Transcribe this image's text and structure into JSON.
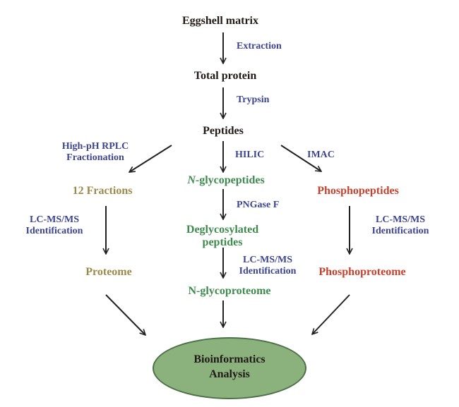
{
  "nodes": {
    "eggshell_matrix": "Eggshell matrix",
    "total_protein": "Total protein",
    "peptides": "Peptides",
    "twelve_fractions": "12 Fractions",
    "n_glycopeptides_italic": "N",
    "n_glycopeptides_rest": "-glycopeptides",
    "phosphopeptides": "Phosphopeptides",
    "deglycosylated_line1": "Deglycosylated",
    "deglycosylated_line2": "peptides",
    "proteome": "Proteome",
    "n_glycoproteome": "N-glycoproteome",
    "phosphoproteome": "Phosphoproteome",
    "bioinformatics_line1": "Bioinformatics",
    "bioinformatics_line2": "Analysis"
  },
  "steps": {
    "extraction": "Extraction",
    "trypsin": "Trypsin",
    "high_ph_line1": "High-pH RPLC",
    "high_ph_line2": "Fractionation",
    "hilic": "HILIC",
    "imac": "IMAC",
    "pngase": "PNGase F",
    "lcms_left_line1": "LC-MS/MS",
    "lcms_left_line2": "Identification",
    "lcms_center_line1": "LC-MS/MS",
    "lcms_center_line2": "Identification",
    "lcms_right_line1": "LC-MS/MS",
    "lcms_right_line2": "Identification"
  },
  "colors": {
    "node_text": "#1f1a17",
    "step_text": "#3d4593",
    "glyco_green": "#3e8b4e",
    "proteome_tan": "#9c8a4b",
    "phospho_red": "#c6412e",
    "ellipse_fill": "#8bb17c"
  }
}
